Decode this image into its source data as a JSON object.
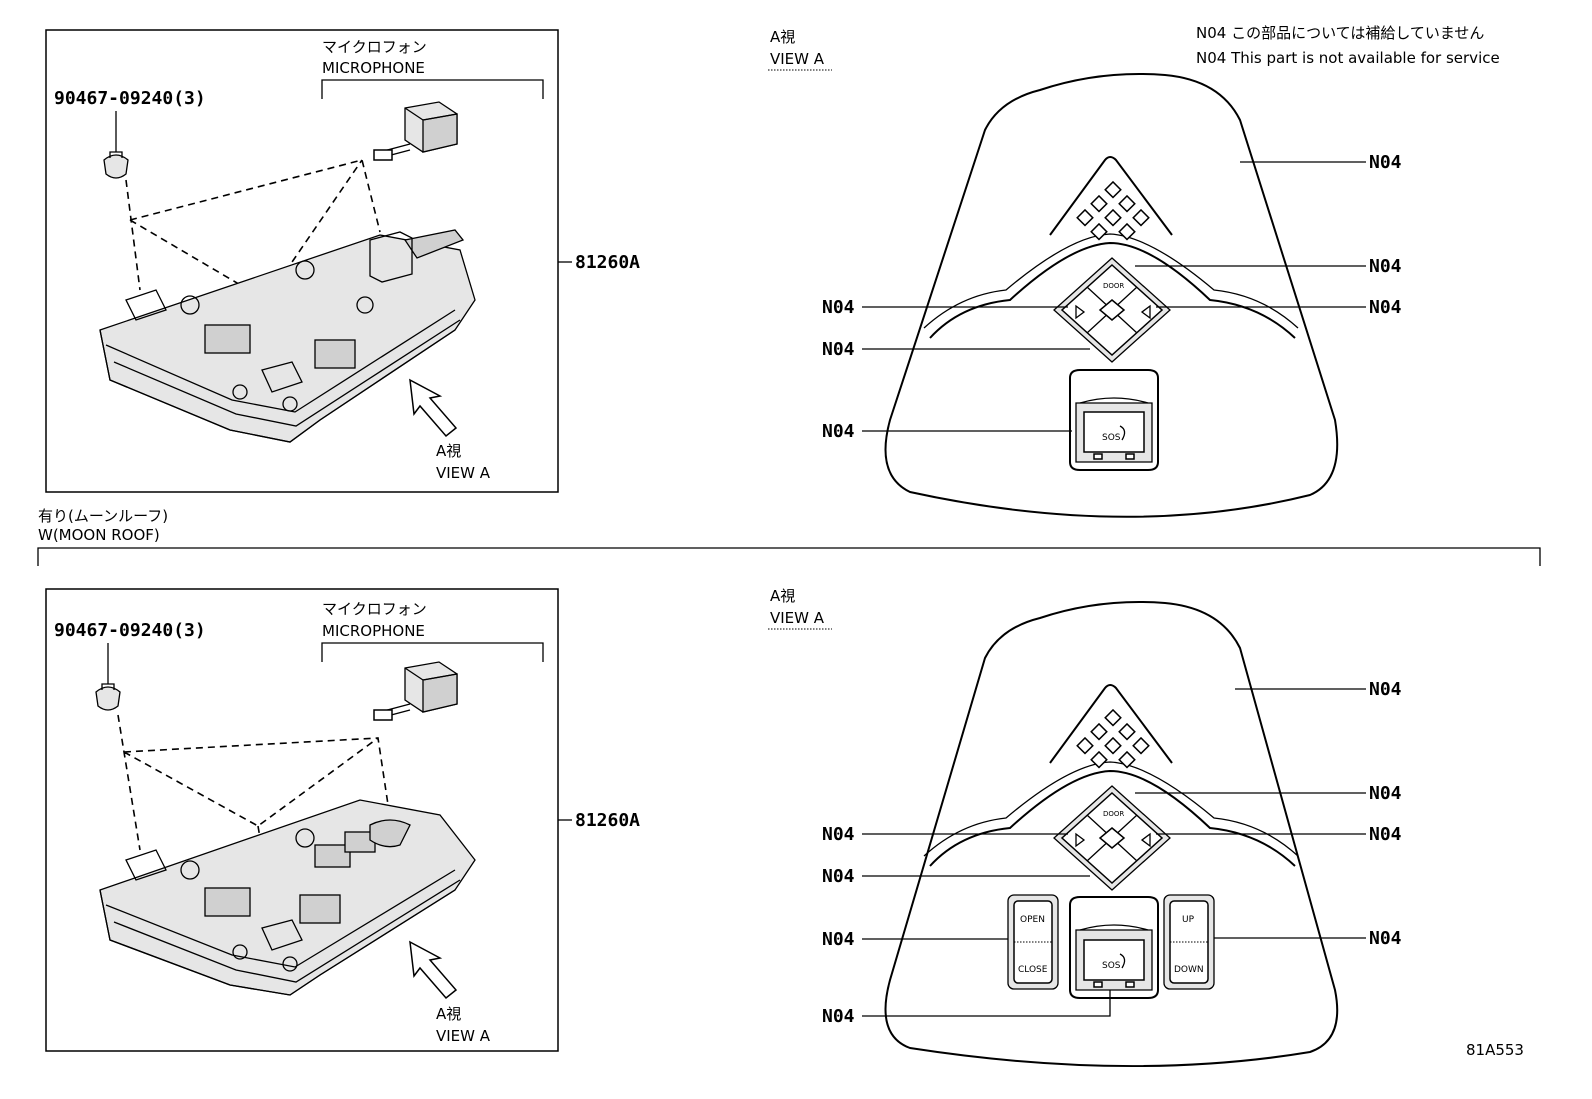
{
  "note": {
    "jp": "N04 この部品については補給していません",
    "en": "N04 This part is not available for service"
  },
  "section_divider": {
    "jp": "有り(ムーンルーフ)",
    "en": "W(MOON ROOF)"
  },
  "diagram_id": "81A553",
  "top": {
    "fastener_part": "90467-09240(3)",
    "microphone_jp": "マイクロフォン",
    "microphone_en": "MICROPHONE",
    "assembly_part": "81260A",
    "arrow_jp": "A視",
    "arrow_en": "VIEW A",
    "view_jp": "A視",
    "view_en": "VIEW A",
    "callouts": [
      "N04",
      "N04",
      "N04",
      "N04",
      "N04",
      "N04"
    ],
    "door_label": "DOOR",
    "sos_label": "SOS"
  },
  "bottom": {
    "fastener_part": "90467-09240(3)",
    "microphone_jp": "マイクロフォン",
    "microphone_en": "MICROPHONE",
    "assembly_part": "81260A",
    "arrow_jp": "A視",
    "arrow_en": "VIEW A",
    "view_jp": "A視",
    "view_en": "VIEW A",
    "callouts": [
      "N04",
      "N04",
      "N04",
      "N04",
      "N04",
      "N04",
      "N04",
      "N04"
    ],
    "door_label": "DOOR",
    "sos_label": "SOS",
    "open_label": "OPEN",
    "close_label": "CLOSE",
    "up_label": "UP",
    "down_label": "DOWN"
  }
}
